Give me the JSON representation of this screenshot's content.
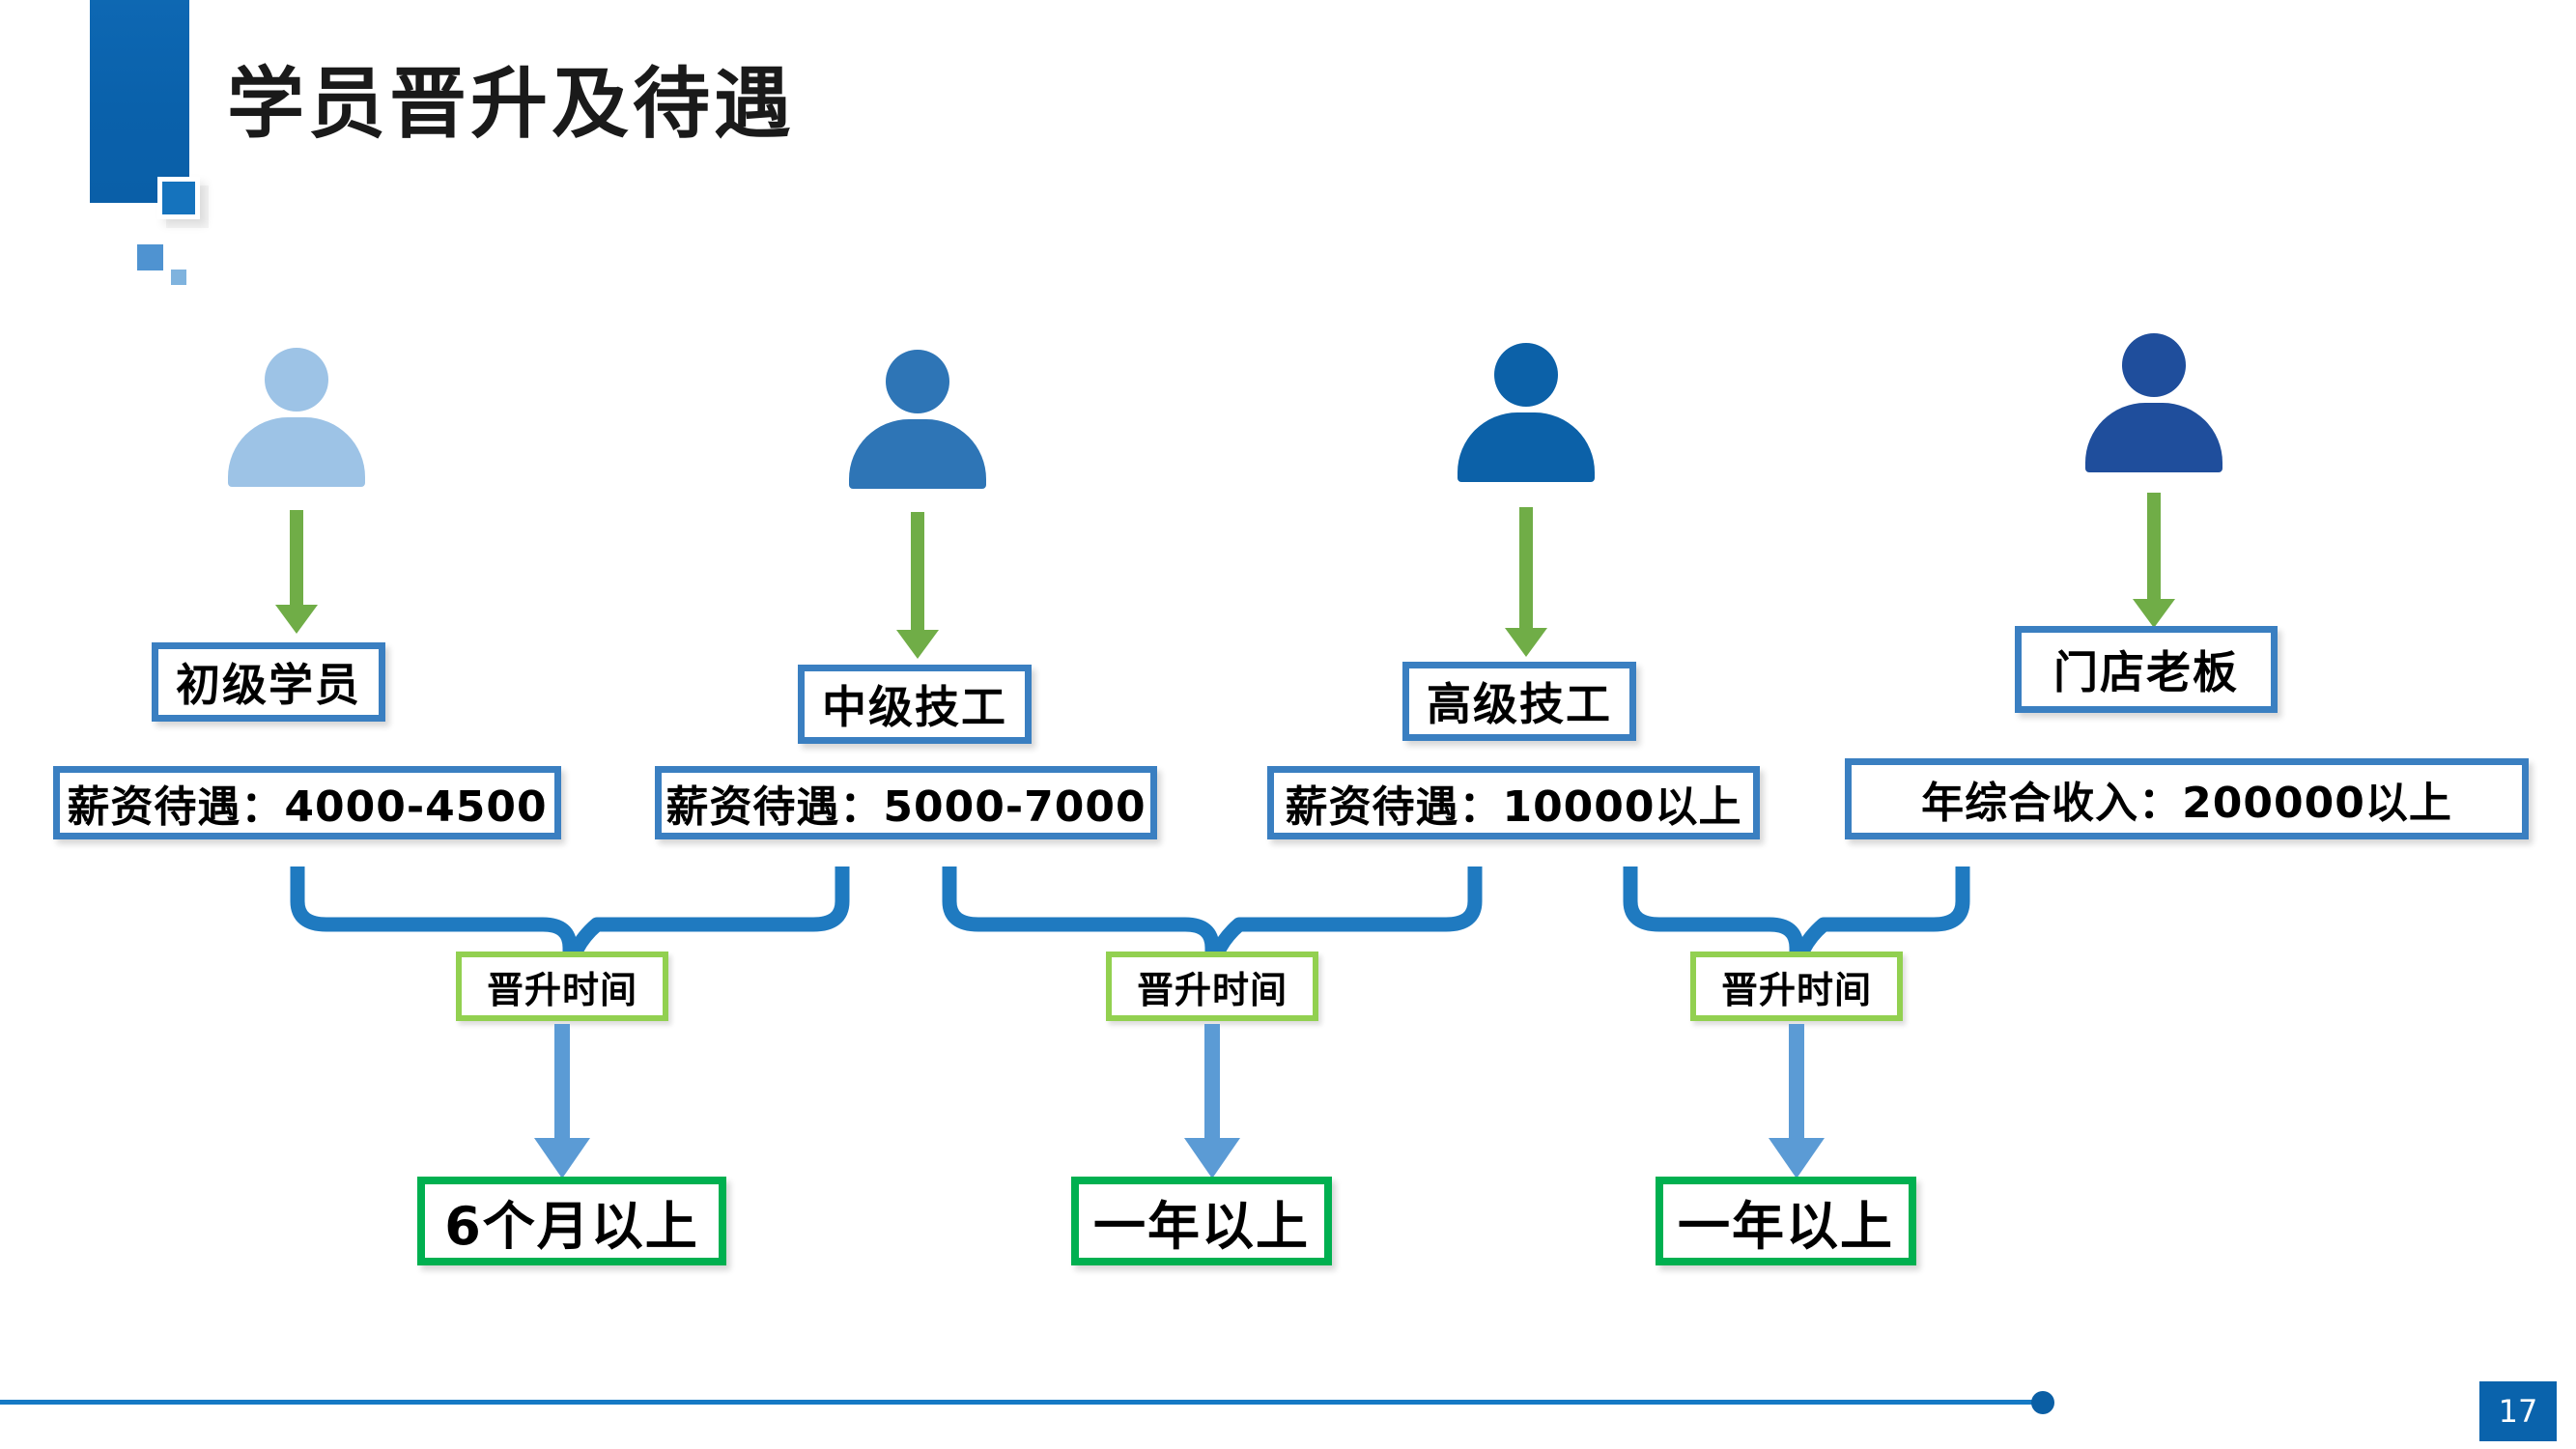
{
  "slide": {
    "title": "学员晋升及待遇",
    "page_number": "17",
    "accent_color": "#0A61AB",
    "role_border_color": "#3A7FC1",
    "brace_color": "#1F7AC0",
    "promo_border_color": "#92D050",
    "result_border_color": "#00B050",
    "green_arrow_color": "#70AD47",
    "blue_arrow_color": "#5B9BD5"
  },
  "levels": [
    {
      "icon": "person-icon",
      "icon_color": "#9DC3E6",
      "role": "初级学员",
      "pay": "薪资待遇：4000-4500"
    },
    {
      "icon": "person-icon",
      "icon_color": "#2E75B6",
      "role": "中级技工",
      "pay": "薪资待遇：5000-7000"
    },
    {
      "icon": "person-icon",
      "icon_color": "#0C61A8",
      "role": "高级技工",
      "pay": "薪资待遇：10000以上"
    },
    {
      "icon": "person-icon",
      "icon_color": "#1F4E9C",
      "role": "门店老板",
      "pay": "年综合收入：200000以上"
    }
  ],
  "promotions": [
    {
      "label": "晋升时间",
      "duration": "6个月以上"
    },
    {
      "label": "晋升时间",
      "duration": "一年以上"
    },
    {
      "label": "晋升时间",
      "duration": "一年以上"
    }
  ]
}
